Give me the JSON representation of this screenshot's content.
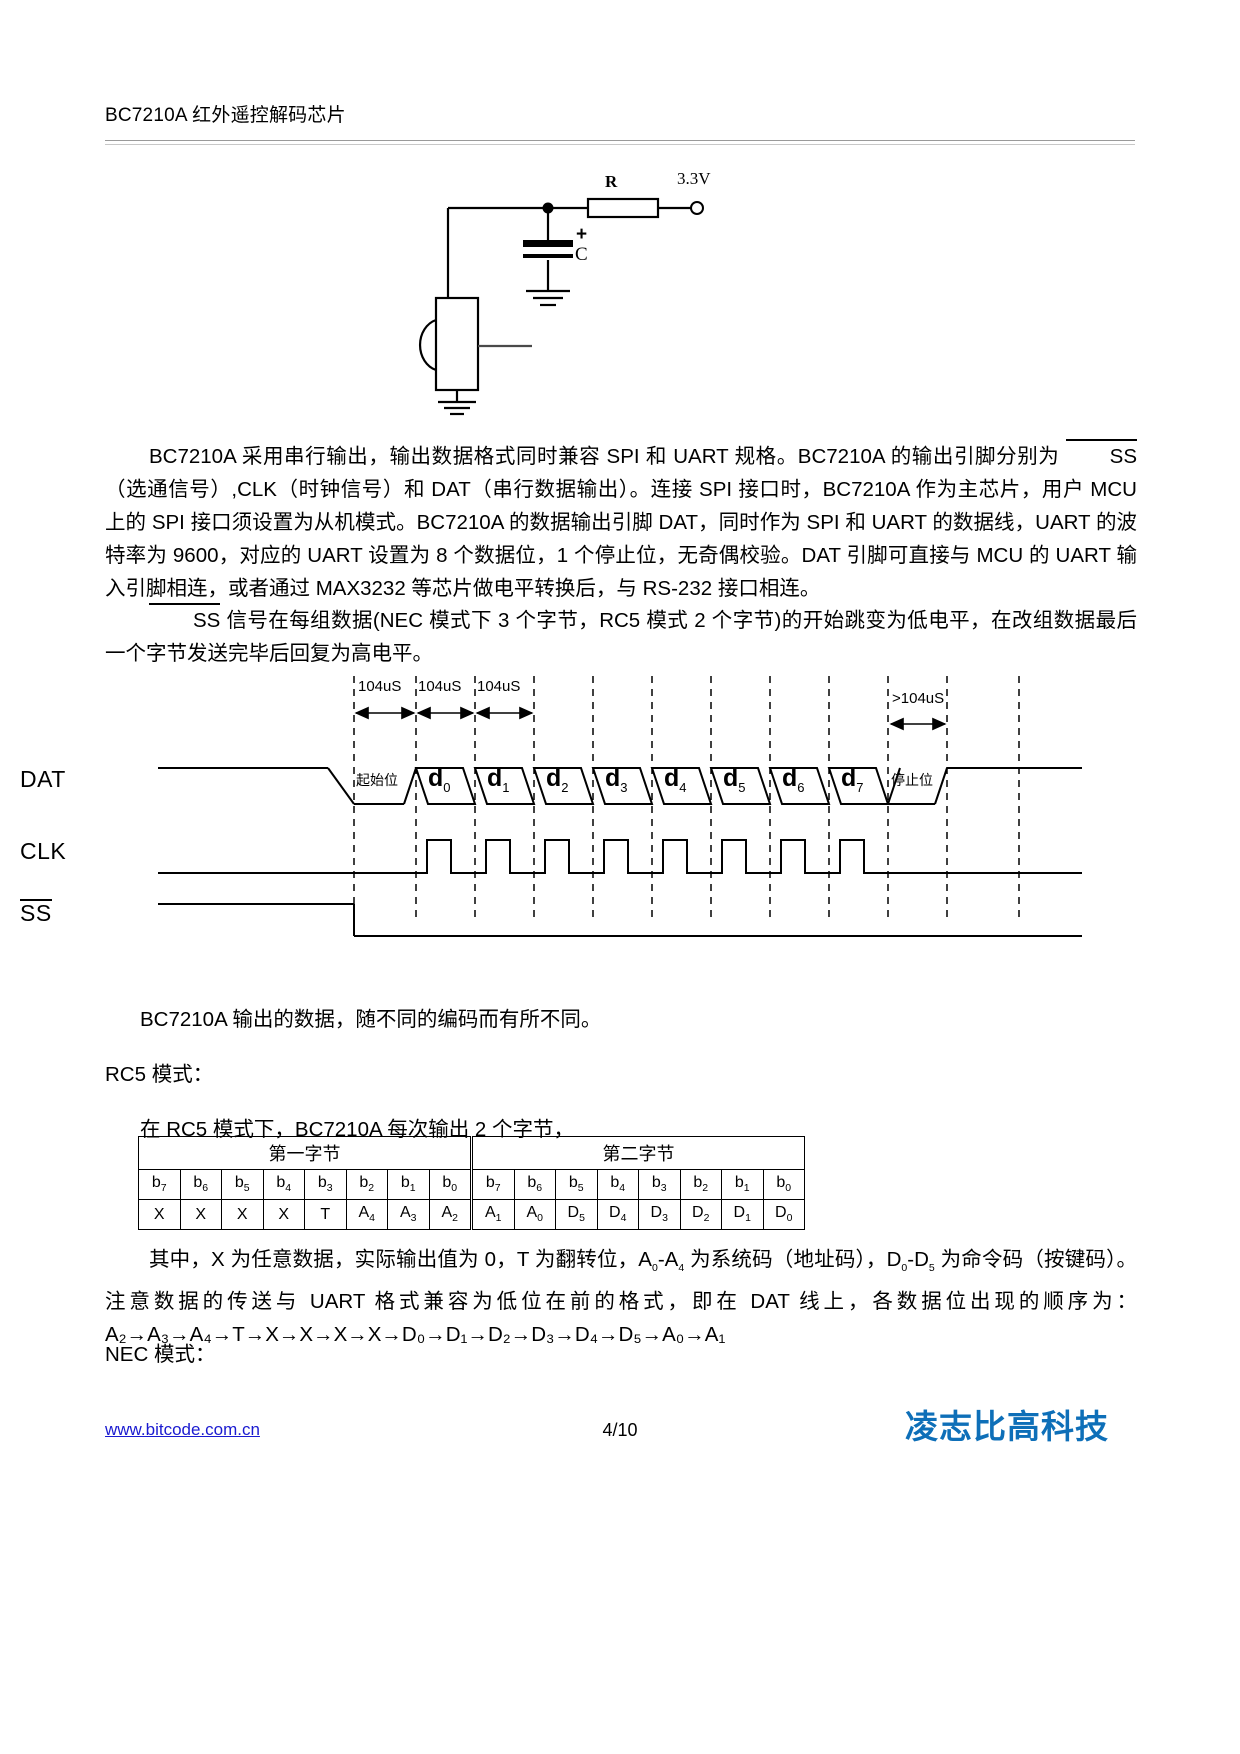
{
  "header": {
    "title": "BC7210A 红外遥控解码芯片"
  },
  "circuit": {
    "resistor_label": "R",
    "capacitor_label": "C",
    "capacitor_polarity": "+",
    "supply_label": "3.3V"
  },
  "paragraphs": {
    "p1_a": "BC7210A 采用串行输出，输出数据格式同时兼容 SPI 和 UART 规格。BC7210A 的输出引脚分别为 ",
    "p1_ss": "SS",
    "p1_b": "（选通信号）,CLK（时钟信号）和 DAT（串行数据输出）。连接 SPI 接口时，BC7210A 作为主芯片，用户 MCU 上的 SPI 接口须设置为从机模式。BC7210A 的数据输出引脚 DAT，同时作为 SPI 和 UART 的数据线，UART 的波特率为 9600，对应的 UART 设置为 8 个数据位，1 个停止位，无奇偶校验。DAT 引脚可直接与 MCU 的 UART 输入引脚相连，或者通过 MAX3232 等芯片做电平转换后，与 RS-232 接口相连。",
    "p2_ss": "SS",
    "p2_b": " 信号在每组数据(NEC 模式下 3 个字节，RC5 模式 2 个字节)的开始跳变为低电平，在改组数据最后一个字节发送完毕后回复为高电平。",
    "p3": "BC7210A 输出的数据，随不同的编码而有所不同。",
    "p4": "RC5 模式：",
    "p5": "在 RC5 模式下，BC7210A 每次输出 2 个字节，",
    "p6_a": "其中，X 为任意数据，实际输出值为 0，T 为翻转位，A",
    "p6_sub1": "0",
    "p6_b": "-A",
    "p6_sub2": "4",
    "p6_c": " 为系统码（地址码），D",
    "p6_sub3": "0",
    "p6_d": "-D",
    "p6_sub4": "5",
    "p6_e": " 为命令码（按键码）。注意数据的传送与 UART 格式兼容为低位在前的格式，即在 DAT 线上，各数据位出现的顺序为：",
    "p6_seq": "A₂→A₃→A₄→T→X→X→X→X→D₀→D₁→D₂→D₃→D₄→D₅→A₀→A₁",
    "p7": "NEC 模式："
  },
  "timing": {
    "signals": [
      "DAT",
      "CLK",
      "SS"
    ],
    "interval_labels": [
      "104uS",
      "104uS",
      "104uS"
    ],
    "stop_interval_label": ">104uS",
    "start_bit_label": "起始位",
    "stop_bit_label": "停止位",
    "data_bits": [
      {
        "name": "d",
        "sub": "0"
      },
      {
        "name": "d",
        "sub": "1"
      },
      {
        "name": "d",
        "sub": "2"
      },
      {
        "name": "d",
        "sub": "3"
      },
      {
        "name": "d",
        "sub": "4"
      },
      {
        "name": "d",
        "sub": "5"
      },
      {
        "name": "d",
        "sub": "6"
      },
      {
        "name": "d",
        "sub": "7"
      }
    ]
  },
  "tables": {
    "byte1": {
      "title": "第一字节",
      "bit_row": [
        {
          "n": "b",
          "s": "7"
        },
        {
          "n": "b",
          "s": "6"
        },
        {
          "n": "b",
          "s": "5"
        },
        {
          "n": "b",
          "s": "4"
        },
        {
          "n": "b",
          "s": "3"
        },
        {
          "n": "b",
          "s": "2"
        },
        {
          "n": "b",
          "s": "1"
        },
        {
          "n": "b",
          "s": "0"
        }
      ],
      "value_row": [
        {
          "n": "X",
          "s": ""
        },
        {
          "n": "X",
          "s": ""
        },
        {
          "n": "X",
          "s": ""
        },
        {
          "n": "X",
          "s": ""
        },
        {
          "n": "T",
          "s": ""
        },
        {
          "n": "A",
          "s": "4"
        },
        {
          "n": "A",
          "s": "3"
        },
        {
          "n": "A",
          "s": "2"
        }
      ]
    },
    "byte2": {
      "title": "第二字节",
      "bit_row": [
        {
          "n": "b",
          "s": "7"
        },
        {
          "n": "b",
          "s": "6"
        },
        {
          "n": "b",
          "s": "5"
        },
        {
          "n": "b",
          "s": "4"
        },
        {
          "n": "b",
          "s": "3"
        },
        {
          "n": "b",
          "s": "2"
        },
        {
          "n": "b",
          "s": "1"
        },
        {
          "n": "b",
          "s": "0"
        }
      ],
      "value_row": [
        {
          "n": "A",
          "s": "1"
        },
        {
          "n": "A",
          "s": "0"
        },
        {
          "n": "D",
          "s": "5"
        },
        {
          "n": "D",
          "s": "4"
        },
        {
          "n": "D",
          "s": "3"
        },
        {
          "n": "D",
          "s": "2"
        },
        {
          "n": "D",
          "s": "1"
        },
        {
          "n": "D",
          "s": "0"
        }
      ]
    }
  },
  "footer": {
    "url": "www.bitcode.com.cn",
    "page": "4/10",
    "logo_text": "凌志比高科技",
    "logo_color": "#0e6fb8"
  }
}
